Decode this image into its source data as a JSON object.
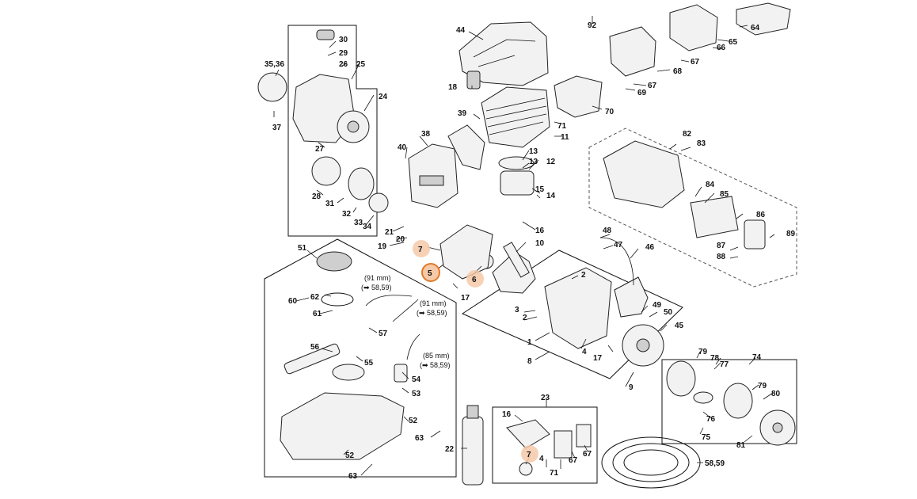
{
  "labels": {
    "l44": "44",
    "l18": "18",
    "l92": "92",
    "l64": "64",
    "l65": "65",
    "l66": "66",
    "l67a": "67",
    "l68": "68",
    "l67b": "67",
    "l69": "69",
    "l70": "70",
    "l71a": "71",
    "l39": "39",
    "l11": "11",
    "l30": "30",
    "l29": "29",
    "l26": "26",
    "l25": "25",
    "l3536": "35,36",
    "l24": "24",
    "l37": "37",
    "l27": "27",
    "l28": "28",
    "l31": "31",
    "l32": "32",
    "l33": "33",
    "l34": "34",
    "l38": "38",
    "l40": "40",
    "l13a": "13",
    "l13b": "13",
    "l12": "12",
    "l15": "15",
    "l14": "14",
    "l16a": "16",
    "l21": "21",
    "l20": "20",
    "l19": "19",
    "l7a": "7",
    "l5": "5",
    "l6": "6",
    "l10": "10",
    "l17a": "17",
    "l82": "82",
    "l83": "83",
    "l84": "84",
    "l85": "85",
    "l86": "86",
    "l87": "87",
    "l88": "88",
    "l89": "89",
    "l48": "48",
    "l47": "47",
    "l46": "46",
    "l2a": "2",
    "l3": "3",
    "l2b": "2",
    "l1": "1",
    "l8": "8",
    "l4a": "4",
    "l17b": "17",
    "l49": "49",
    "l50": "50",
    "l45": "45",
    "l9": "9",
    "l51": "51",
    "l60": "60",
    "l62": "62",
    "l61": "61",
    "l57": "57",
    "l56": "56",
    "l55": "55",
    "l54": "54",
    "l53": "53",
    "l52a": "52",
    "l52b": "52",
    "l63a": "63",
    "l63b": "63",
    "l22": "22",
    "l23": "23",
    "l16b": "16",
    "l7b": "7",
    "l4b": "4",
    "l71b": "71",
    "l67c": "67",
    "l67d": "67",
    "l5859": "58,59",
    "l74": "74",
    "l79a": "79",
    "l78": "78",
    "l77": "77",
    "l79b": "79",
    "l80": "80",
    "l76": "76",
    "l75": "75",
    "l81": "81"
  },
  "notes": {
    "hose1_len": "(91 mm)",
    "hose1_ref": "(➡ 58,59)",
    "hose2_len": "(91 mm)",
    "hose2_ref": "(➡ 58,59)",
    "hose3_len": "(85 mm)",
    "hose3_ref": "(➡ 58,59)"
  },
  "colors": {
    "highlight": "#f6c9a8",
    "highlight_ring": "#e07a2a",
    "ink": "#111111"
  }
}
